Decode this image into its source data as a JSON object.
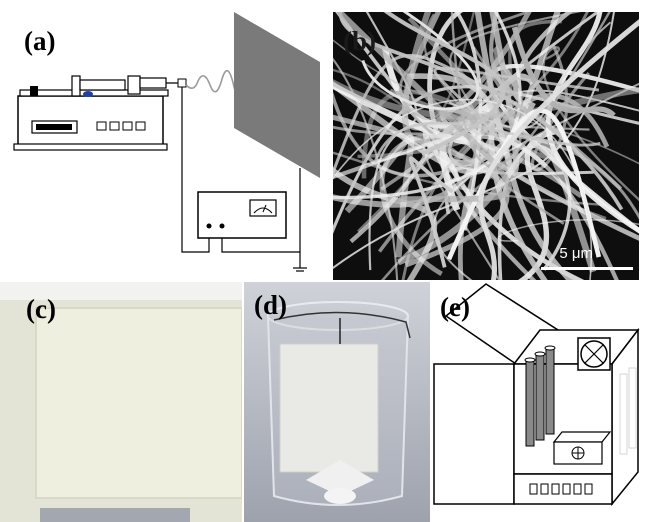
{
  "figure": {
    "panels": [
      {
        "label": "(a)",
        "content": "electrospinning-setup-schematic"
      },
      {
        "label": "(b)",
        "content": "sem-image-nanofibers",
        "scale_bar": "5 μm"
      },
      {
        "label": "(c)",
        "content": "photo-fiber-membrane"
      },
      {
        "label": "(d)",
        "content": "photo-membrane-in-beaker"
      },
      {
        "label": "(e)",
        "content": "test-chamber-schematic"
      }
    ]
  },
  "colors": {
    "sem_background": "#0e0e0e",
    "fiber": "#e8e8e8",
    "membrane": "#ececdf",
    "collector": "#7a7a7a",
    "line": "#000000"
  }
}
